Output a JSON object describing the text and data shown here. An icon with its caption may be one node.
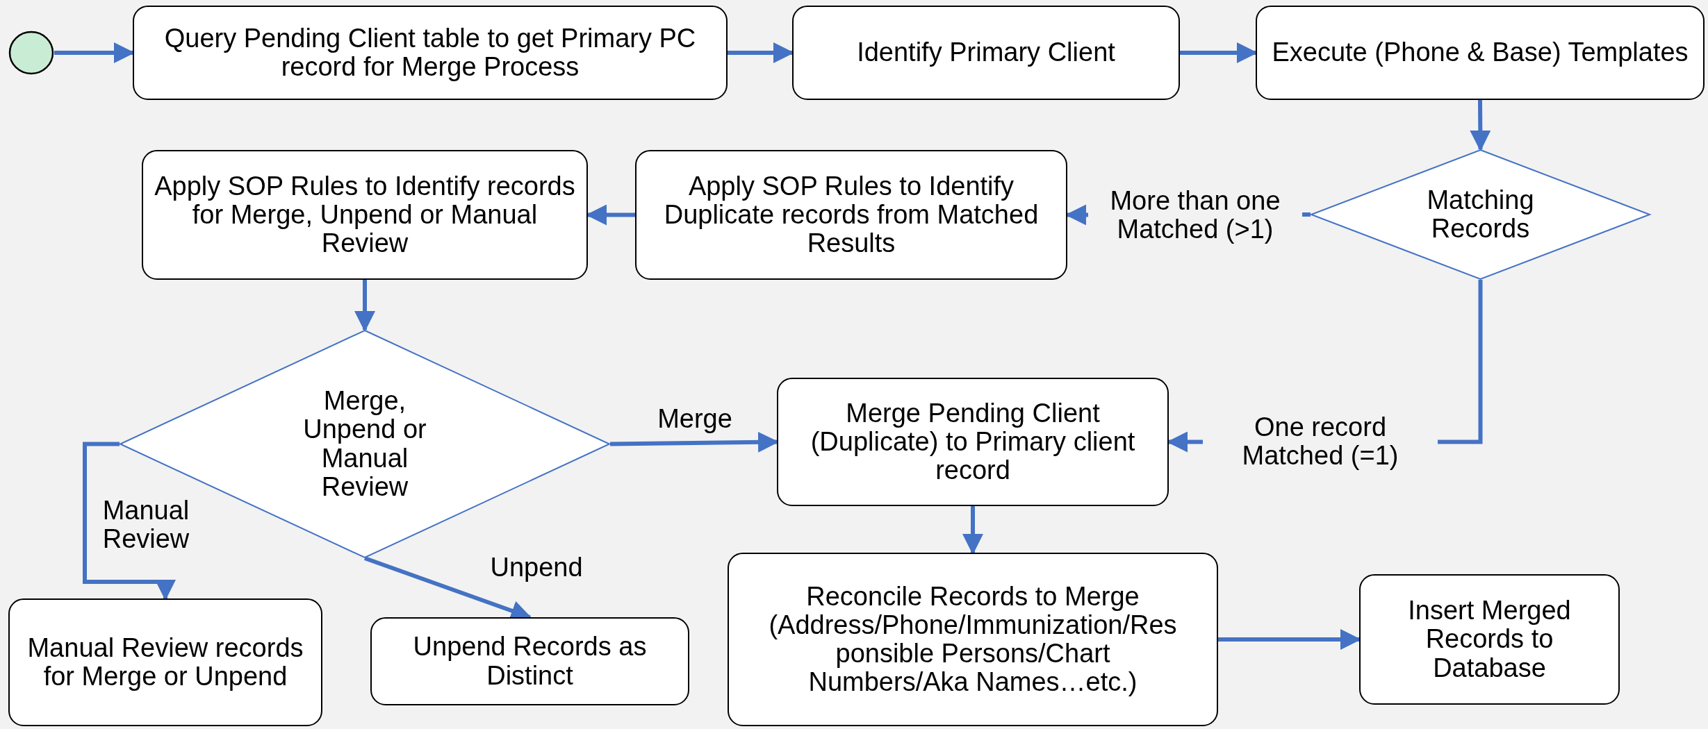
{
  "diagram": {
    "nodes": [
      {
        "text": [],
        "shape": "circle"
      },
      {
        "text": [
          "Query Pending Client table to get Primary PC record for Merge Process"
        ]
      },
      {
        "text": [
          "Identify Primary Client"
        ]
      },
      {
        "text": [
          "Execute (Phone & Base) Templates"
        ]
      },
      {
        "text": [
          "Matching Records"
        ]
      },
      {
        "text": [
          "Apply SOP Rules to Identify Duplicate records from Matched Results"
        ]
      },
      {
        "text": [
          "Apply SOP Rules to Identify records for Merge, Unpend or Manual Review"
        ]
      },
      {
        "text": [
          "Merge, Unpend or Manual Review"
        ]
      },
      {
        "text": [
          "Merge Pending Client (Duplicate) to Primary client record"
        ]
      },
      {
        "text": [
          "Manual Review records for Merge or Unpend"
        ]
      },
      {
        "text": [
          "Unpend Records as Distinct"
        ]
      },
      {
        "text": [
          "Reconcile Records to Merge (Address/Phone/Immunization/Responsible Persons/Chart Numbers/Aka Names…etc.)"
        ]
      },
      {
        "text": [
          "Insert Merged Records to Database"
        ]
      }
    ],
    "edges": [
      {
        "from": 0,
        "to": 1,
        "arrow": "to"
      },
      {
        "from": 1,
        "to": 2,
        "arrow": "to"
      },
      {
        "from": 2,
        "to": 3,
        "arrow": "to"
      },
      {
        "from": 3,
        "to": 4,
        "arrow": "to"
      },
      {
        "from": 4,
        "to": 5,
        "arrow": "to",
        "label": "More than one Matched (>1)"
      },
      {
        "from": 5,
        "to": 6,
        "arrow": "to"
      },
      {
        "from": 6,
        "to": 7,
        "arrow": "to"
      },
      {
        "from": 7,
        "to": 8,
        "arrow": "to",
        "label": "Merge"
      },
      {
        "from": 4,
        "to": 8,
        "arrow": "to",
        "label": "One record Matched (=1)"
      },
      {
        "from": 7,
        "to": 9,
        "arrow": "to",
        "label": "Manual Review"
      },
      {
        "from": 7,
        "to": 10,
        "arrow": "to",
        "label": "Unpend"
      },
      {
        "from": 8,
        "to": 11,
        "arrow": "to"
      },
      {
        "from": 11,
        "to": 12,
        "arrow": "to"
      }
    ]
  }
}
